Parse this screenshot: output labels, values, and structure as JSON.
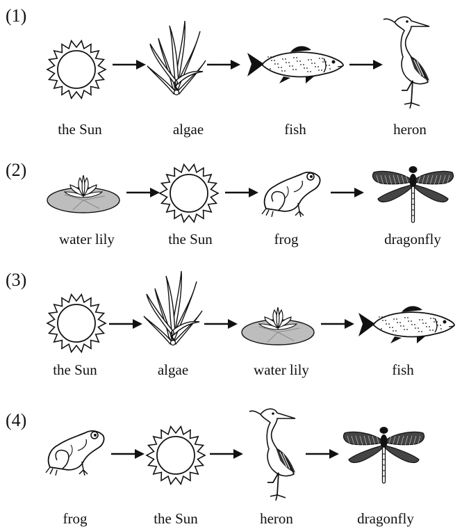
{
  "rows": [
    {
      "number": "(1)",
      "items": [
        {
          "type": "sun",
          "label": "the Sun"
        },
        {
          "type": "algae",
          "label": "algae"
        },
        {
          "type": "fish",
          "label": "fish"
        },
        {
          "type": "heron",
          "label": "heron"
        }
      ]
    },
    {
      "number": "(2)",
      "items": [
        {
          "type": "lily",
          "label": "water lily"
        },
        {
          "type": "sun",
          "label": "the Sun"
        },
        {
          "type": "frog",
          "label": "frog"
        },
        {
          "type": "dragonfly",
          "label": "dragonfly"
        }
      ]
    },
    {
      "number": "(3)",
      "items": [
        {
          "type": "sun",
          "label": "the Sun"
        },
        {
          "type": "algae",
          "label": "algae"
        },
        {
          "type": "lily",
          "label": "water lily"
        },
        {
          "type": "fish",
          "label": "fish"
        }
      ]
    },
    {
      "number": "(4)",
      "items": [
        {
          "type": "frog",
          "label": "frog"
        },
        {
          "type": "sun",
          "label": "the Sun"
        },
        {
          "type": "heron",
          "label": "heron"
        },
        {
          "type": "dragonfly",
          "label": "dragonfly"
        }
      ]
    }
  ],
  "colors": {
    "ink": "#111111",
    "lily_pad": "#bdbdbd"
  }
}
